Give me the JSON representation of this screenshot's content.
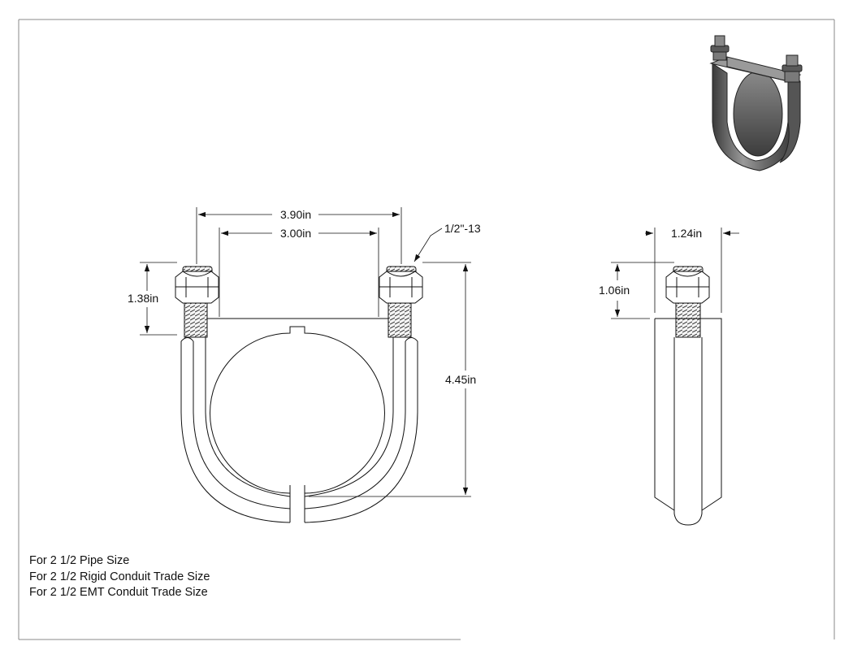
{
  "dimensions": {
    "outer_width": "3.90in",
    "inner_width": "3.00in",
    "thread_spec": "1/2\"-13",
    "thread_length": "1.38in",
    "overall_height": "4.45in",
    "side_width": "1.24in",
    "side_thread_length": "1.06in"
  },
  "notes": [
    "For 2 1/2 Pipe Size",
    "For 2 1/2 Rigid Conduit Trade Size",
    "For 2 1/2 EMT Conduit Trade Size"
  ]
}
